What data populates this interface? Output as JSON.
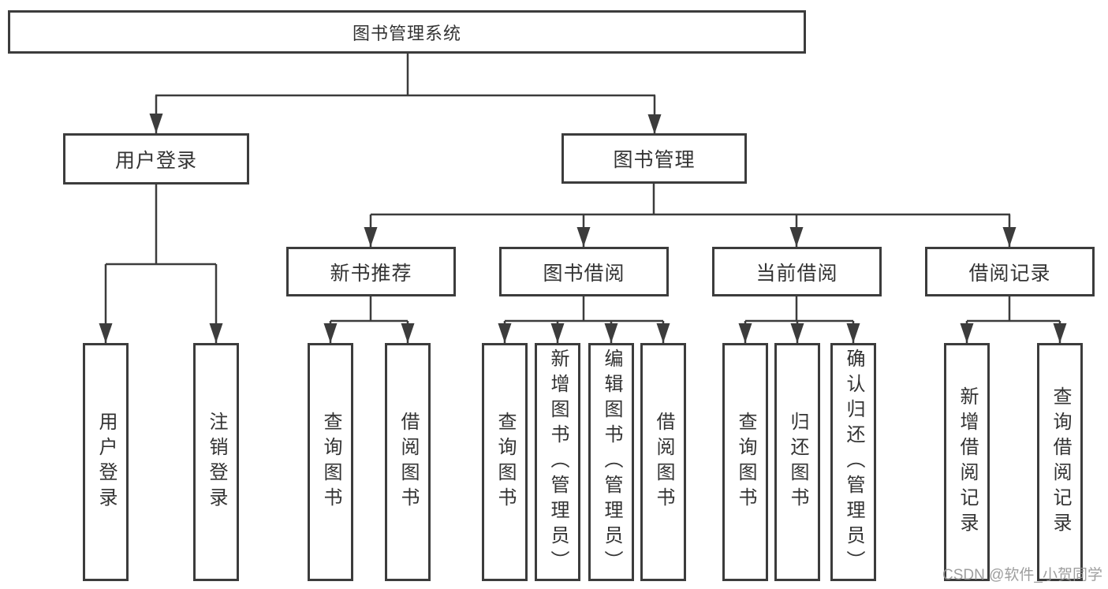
{
  "colors": {
    "line": "#3c3c3c",
    "box_border": "#3c3c3c",
    "text": "#333333",
    "watermark_gray": "#949494",
    "background": "#ffffff"
  },
  "tree": {
    "root": "图书管理系统",
    "children": [
      {
        "label": "用户登录",
        "children": [
          "用户登录",
          "注销登录"
        ]
      },
      {
        "label": "图书管理",
        "children": [
          {
            "label": "新书推荐",
            "children": [
              "查询图书",
              "借阅图书"
            ]
          },
          {
            "label": "图书借阅",
            "children": [
              "查询图书",
              "新增图书（管理员）",
              "编辑图书（管理员）",
              "借阅图书"
            ]
          },
          {
            "label": "当前借阅",
            "children": [
              "查询图书",
              "归还图书",
              "确认归还（管理员）"
            ]
          },
          {
            "label": "借阅记录",
            "children": [
              "新增借阅记录",
              "查询借阅记录"
            ]
          }
        ]
      }
    ]
  },
  "watermark": "CSDN @软件_小贺同学"
}
